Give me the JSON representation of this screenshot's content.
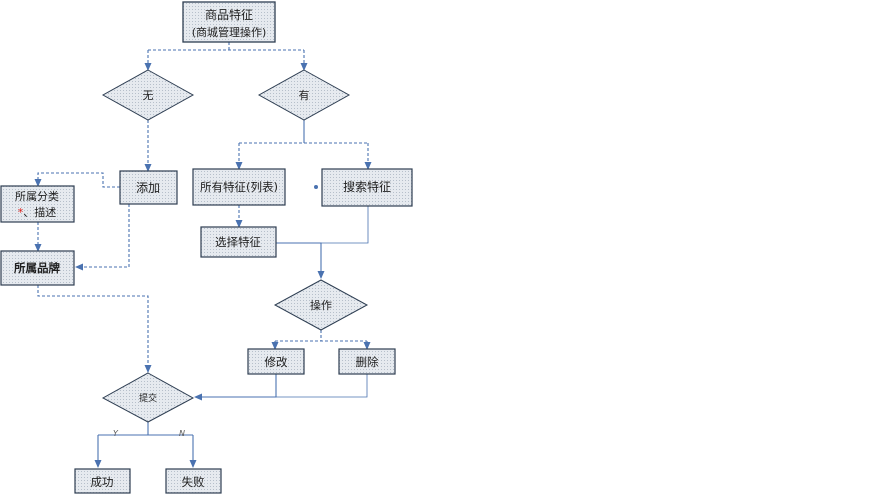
{
  "nodes": {
    "product_feature": {
      "title": "商品特征",
      "subtitle": "(商城管理操作)"
    },
    "decision_none": "无",
    "decision_has": "有",
    "add": "添加",
    "all_features": "所有特征(列表)",
    "search_feature": "搜索特征",
    "category_desc": {
      "line1": "所属分类",
      "required_mark": "*",
      "line2": "、描述"
    },
    "select_feature": "选择特征",
    "brand": "所属品牌",
    "operate": "操作",
    "modify": "修改",
    "delete": "删除",
    "submit": "提交",
    "success": "成功",
    "fail": "失败"
  },
  "edge_labels": {
    "yes": "Y",
    "no": "N"
  },
  "colors": {
    "box_fill": "#dde3ea",
    "box_border": "#2e3e52",
    "line": "#4a72b0",
    "required": "#e0201a"
  }
}
